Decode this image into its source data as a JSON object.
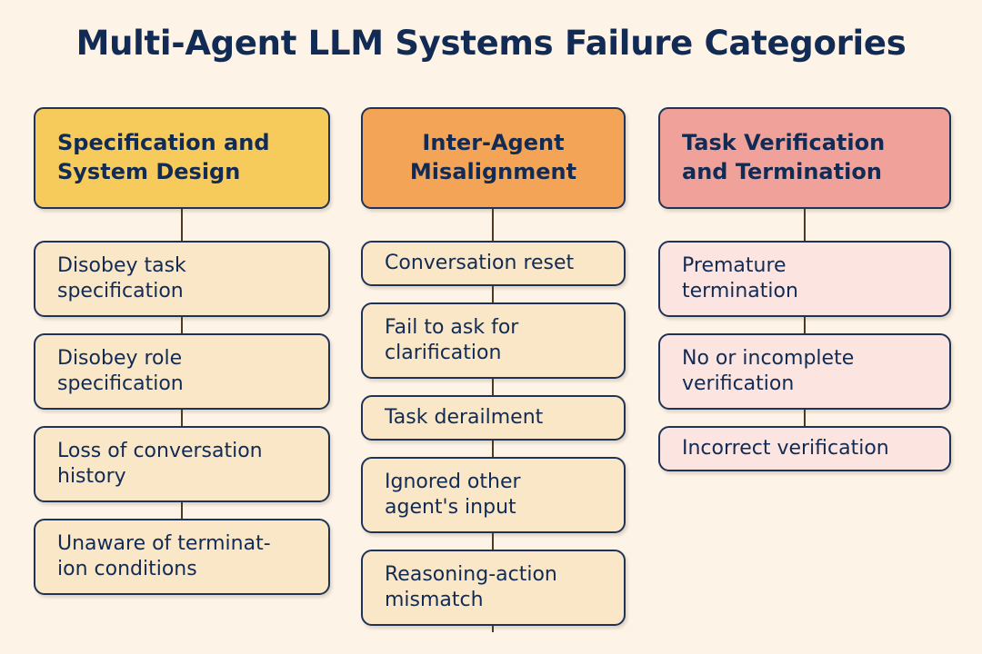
{
  "page": {
    "title": "Multi-Agent LLM Systems Failure Categories",
    "background_color": "#FDF3E7",
    "text_color": "#122B54",
    "border_color": "#1F3356",
    "connector_color": "#4C3A24"
  },
  "diagram": {
    "type": "three-column-tree",
    "columns": [
      {
        "id": "specification-and-system-design",
        "header": {
          "label": "Specification and System Design",
          "lines": [
            "Specification and",
            "System Design"
          ],
          "fill_color": "#F6CA5B",
          "align": "left"
        },
        "items": [
          {
            "label": "Disobey task specification",
            "lines": [
              "Disobey task",
              "specification"
            ],
            "fill_color": "#FAE7C8"
          },
          {
            "label": "Disobey role specification",
            "lines": [
              "Disobey role",
              "specification"
            ],
            "fill_color": "#FAE7C8"
          },
          {
            "label": "Loss of conversation history",
            "lines": [
              "Loss of conversation",
              "history"
            ],
            "fill_color": "#FAE7C8"
          },
          {
            "label": "Unaware of termination conditions",
            "lines": [
              "Unaware of terminat-",
              "ion conditions"
            ],
            "fill_color": "#FAE7C8"
          }
        ]
      },
      {
        "id": "inter-agent-misalignment",
        "header": {
          "label": "Inter-Agent Misalignment",
          "lines": [
            "Inter-Agent",
            "Misalignment"
          ],
          "fill_color": "#F4A456",
          "align": "center"
        },
        "items": [
          {
            "label": "Conversation reset",
            "lines": [
              "Conversation reset"
            ],
            "fill_color": "#FAE7C8"
          },
          {
            "label": "Fail to ask for clarification",
            "lines": [
              "Fail to ask for",
              "clarification"
            ],
            "fill_color": "#FAE7C8"
          },
          {
            "label": "Task derailment",
            "lines": [
              "Task derailment"
            ],
            "fill_color": "#FAE7C8"
          },
          {
            "label": "Ignored other agent's input",
            "lines": [
              "Ignored other",
              "agent's input"
            ],
            "fill_color": "#FAE7C8"
          },
          {
            "label": "Reasoning-action mismatch",
            "lines": [
              "Reasoning-action",
              "mismatch"
            ],
            "fill_color": "#FAE7C8"
          }
        ]
      },
      {
        "id": "task-verification-and-termination",
        "header": {
          "label": "Task Verification and Termination",
          "lines": [
            "Task Verification",
            "and Termination"
          ],
          "fill_color": "#F0A29A",
          "align": "left"
        },
        "items": [
          {
            "label": "Premature termination",
            "lines": [
              "Premature",
              "termination"
            ],
            "fill_color": "#FCE4E0"
          },
          {
            "label": "No or incomplete verification",
            "lines": [
              "No or incomplete",
              "verification"
            ],
            "fill_color": "#FCE4E0"
          },
          {
            "label": "Incorrect verification",
            "lines": [
              "Incorrect verification"
            ],
            "fill_color": "#FCE4E0"
          }
        ]
      }
    ]
  }
}
